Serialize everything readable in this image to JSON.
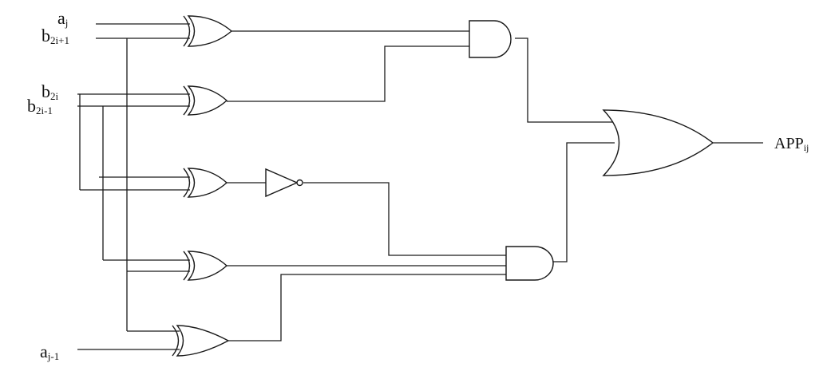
{
  "inputs": {
    "a_j": {
      "base": "a",
      "sub": "j"
    },
    "b_2i_plus_1": {
      "base": "b",
      "sub": "2i+1"
    },
    "b_2i": {
      "base": "b",
      "sub": "2i"
    },
    "b_2i_minus_1": {
      "base": "b",
      "sub": "2i-1"
    },
    "a_j_minus_1": {
      "base": "a",
      "sub": "j-1"
    }
  },
  "output": {
    "base": "APP",
    "sub": "ij"
  },
  "colors": {
    "ink": "#1a1a1a",
    "background": "#ffffff"
  }
}
